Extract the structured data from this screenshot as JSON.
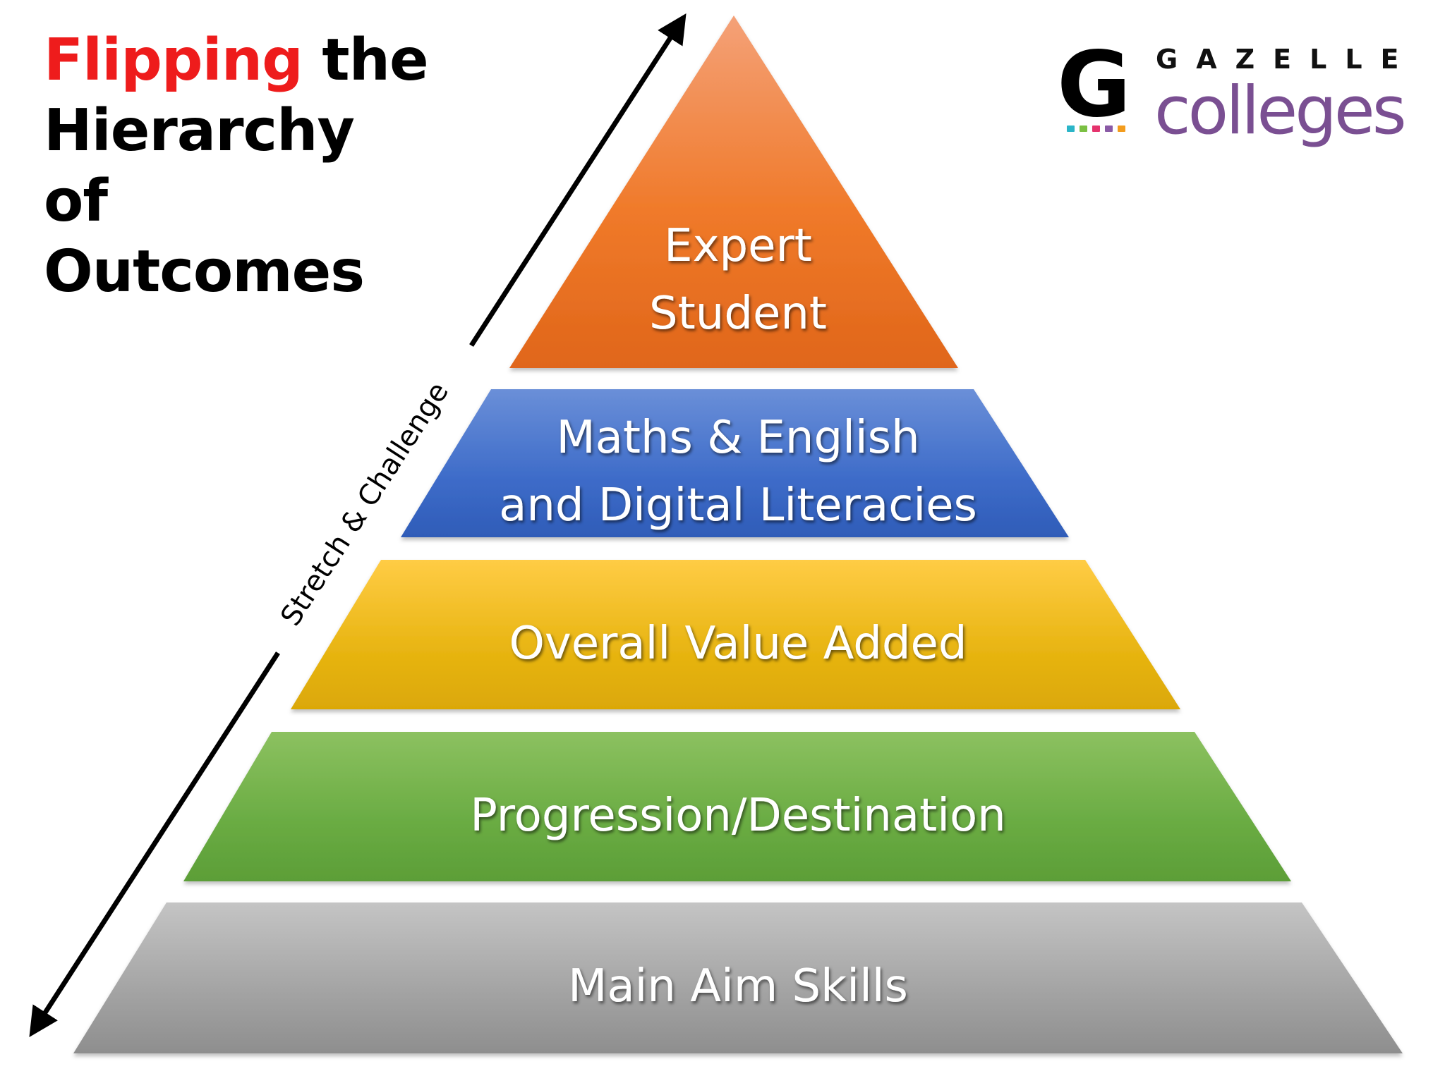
{
  "title": {
    "word1": "Flipping",
    "word2": "the",
    "line2": "Hierarchy",
    "line3": "of",
    "line4": "Outcomes",
    "accent_color": "#ee1c1c"
  },
  "logo": {
    "letter": "G",
    "brand": "GAZELLE",
    "sub": "colleges",
    "dot_colors": [
      "#2bb5c8",
      "#7bc043",
      "#e5336d",
      "#8a5aa6",
      "#f39c1d"
    ]
  },
  "axis": {
    "label": "Stretch & Challenge"
  },
  "tiers": [
    {
      "lines": [
        "Expert",
        "Student"
      ],
      "color": "#f07c2a"
    },
    {
      "lines": [
        "Maths & English",
        "and Digital Literacies"
      ],
      "color": "#3f6fcb"
    },
    {
      "lines": [
        "Overall Value Added"
      ],
      "color": "#e8b512"
    },
    {
      "lines": [
        "Progression/Destination"
      ],
      "color": "#6aac43"
    },
    {
      "lines": [
        "Main Aim Skills"
      ],
      "color": "#9e9e9e"
    }
  ]
}
